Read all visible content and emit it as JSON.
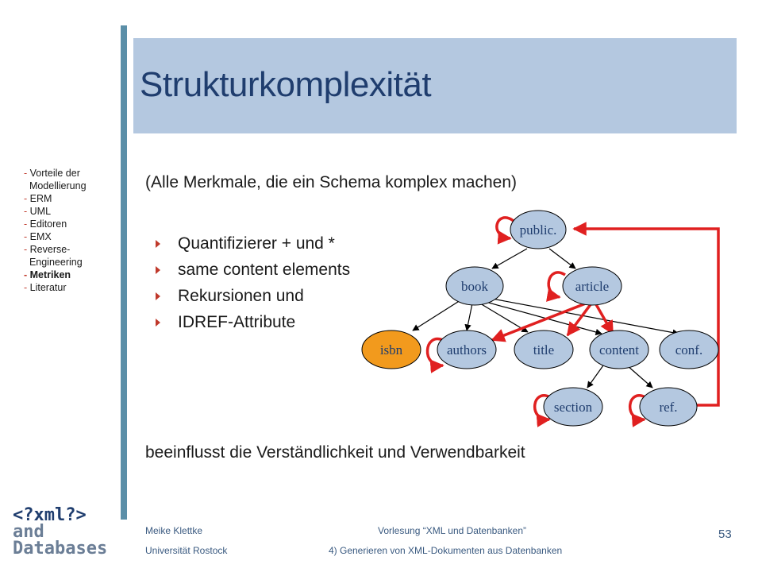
{
  "slide": {
    "title": "Strukturkomplexität",
    "subtitle": "(Alle Merkmale, die ein Schema komplex machen)",
    "bullets": [
      "Quantifizierer + und *",
      "same content elements",
      "Rekursionen und",
      "IDREF-Attribute"
    ],
    "conclusion": "beeinflusst die Verständlichkeit und Verwendbarkeit",
    "page_number": "53"
  },
  "sidebar": {
    "items": [
      {
        "label": "Vorteile der\n  Modellierung",
        "active": false
      },
      {
        "label": "ERM",
        "active": false
      },
      {
        "label": "UML",
        "active": false
      },
      {
        "label": "Editoren",
        "active": false
      },
      {
        "label": "EMX",
        "active": false
      },
      {
        "label": "Reverse-\n  Engineering",
        "active": false
      },
      {
        "label": "Metriken",
        "active": true
      },
      {
        "label": "Literatur",
        "active": false
      }
    ]
  },
  "diagram": {
    "nodes": [
      "public.",
      "book",
      "article",
      "isbn",
      "authors",
      "title",
      "content",
      "conf.",
      "section",
      "ref."
    ],
    "node_fill": "#b4c8e0",
    "highlight_fill": "#f29a1d",
    "accent_color": "#e02020"
  },
  "logo": {
    "line1": "<?xml?>",
    "line2": "and",
    "line3": "Databases"
  },
  "footer": {
    "author": "Meike Klettke",
    "university": "Universität Rostock",
    "course": "Vorlesung “XML und Datenbanken”",
    "chapter": "4) Generieren von XML-Dokumenten aus Datenbanken"
  }
}
